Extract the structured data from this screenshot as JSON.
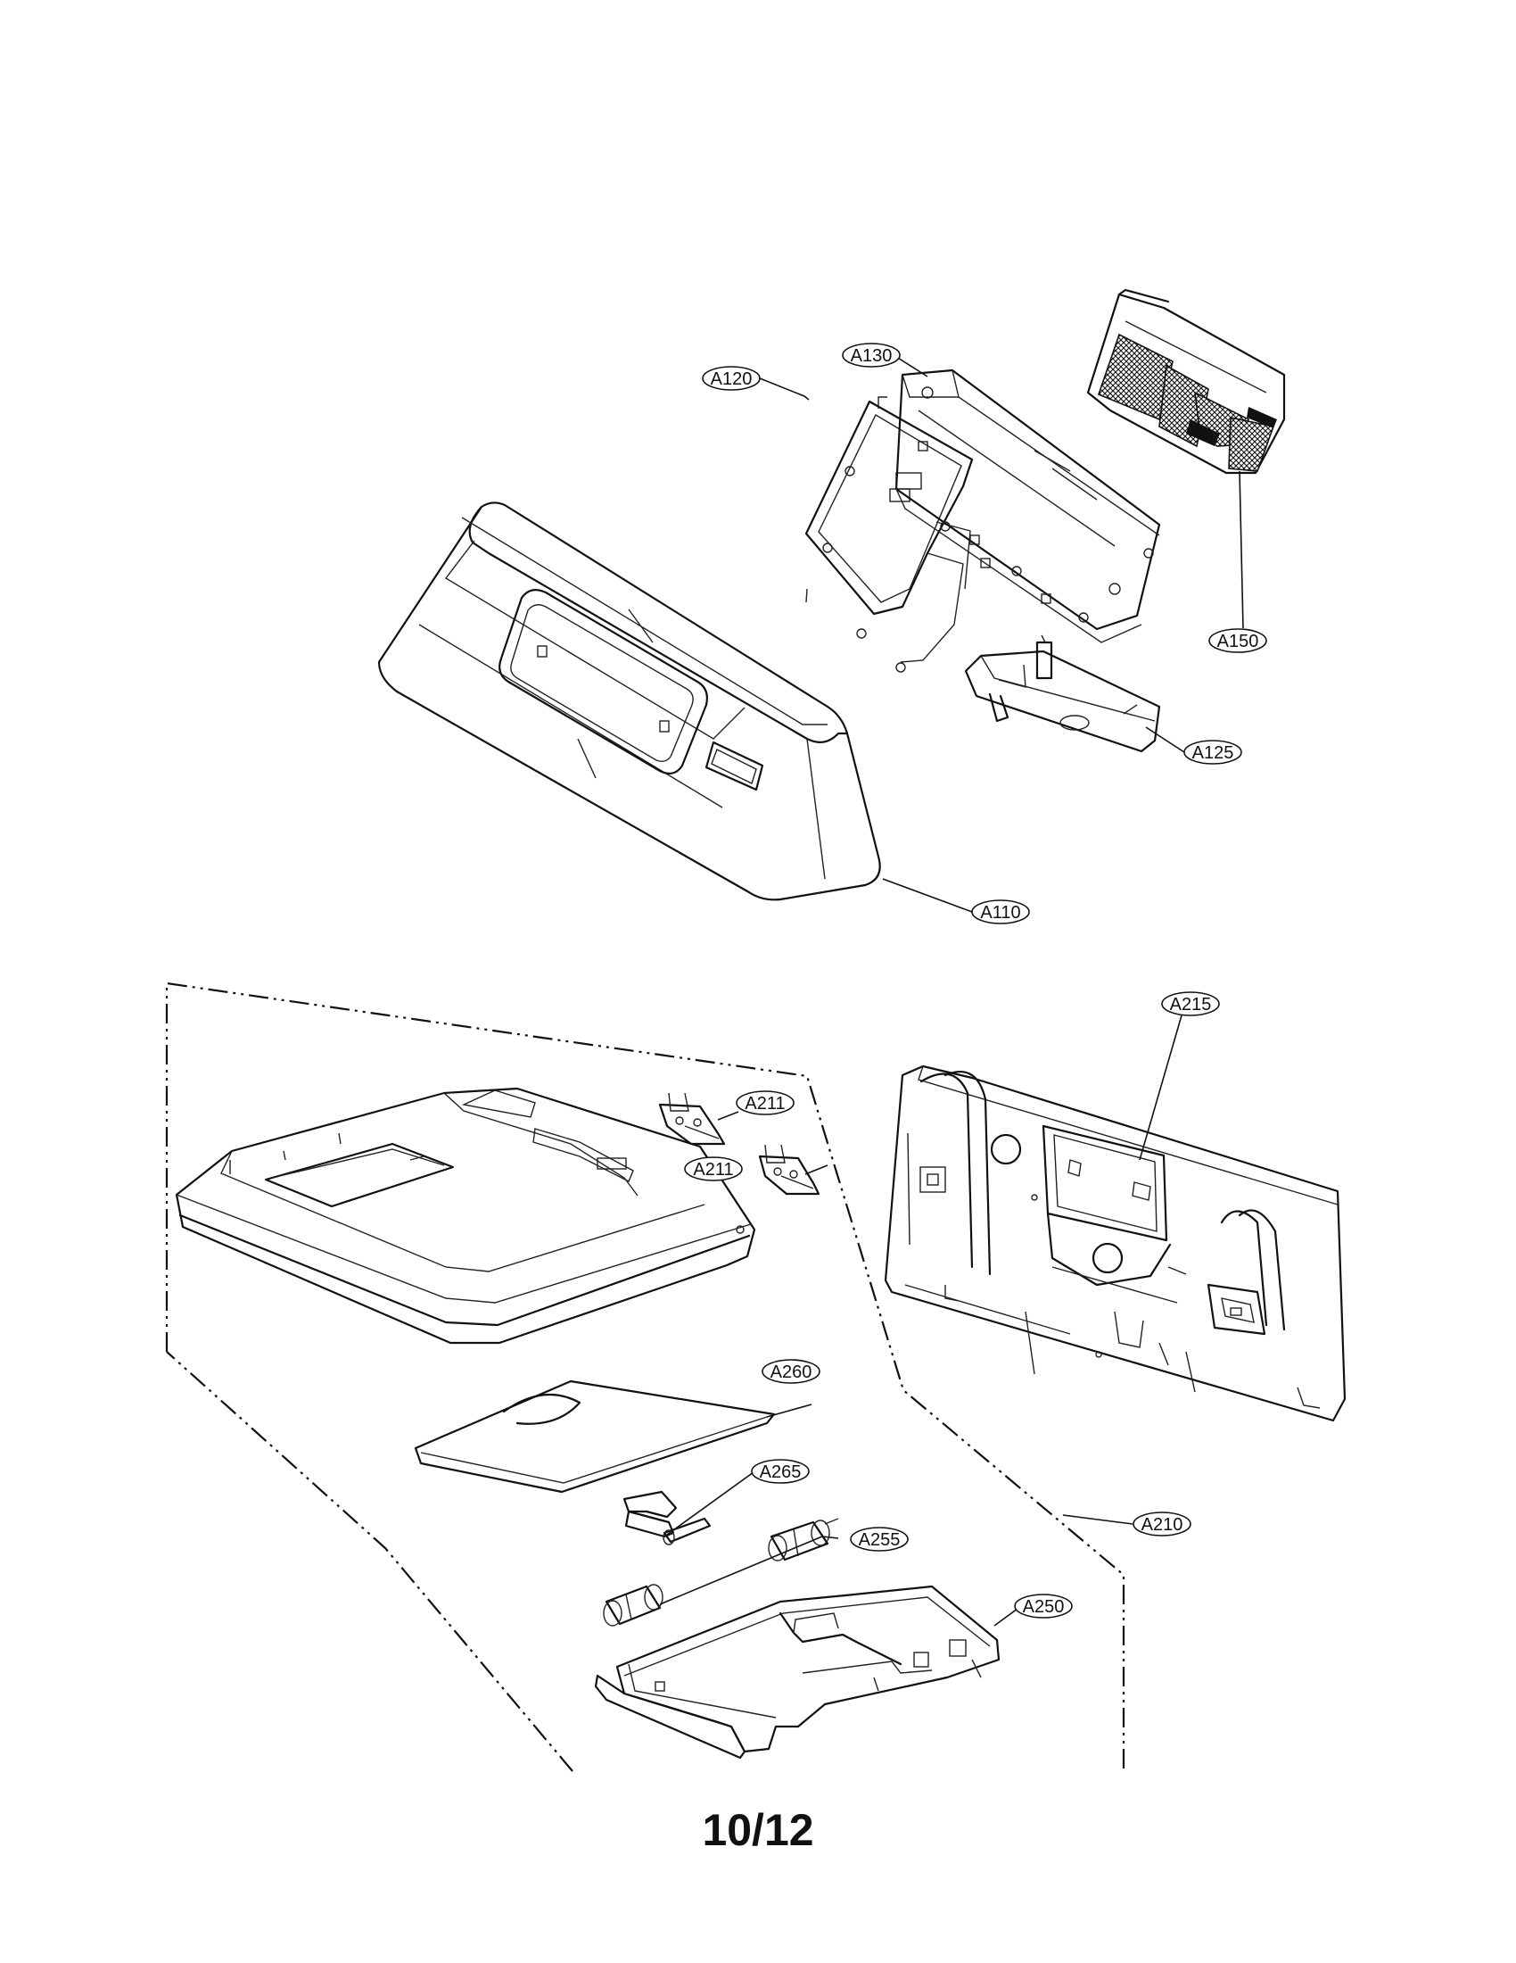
{
  "labels": {
    "a110": "A110",
    "a120": "A120",
    "a125": "A125",
    "a130": "A130",
    "a150": "A150",
    "a210": "A210",
    "a211_upper": "A211",
    "a211_lower": "A211",
    "a215": "A215",
    "a250": "A250",
    "a255": "A255",
    "a260": "A260",
    "a265": "A265"
  },
  "page_number": "10/12"
}
